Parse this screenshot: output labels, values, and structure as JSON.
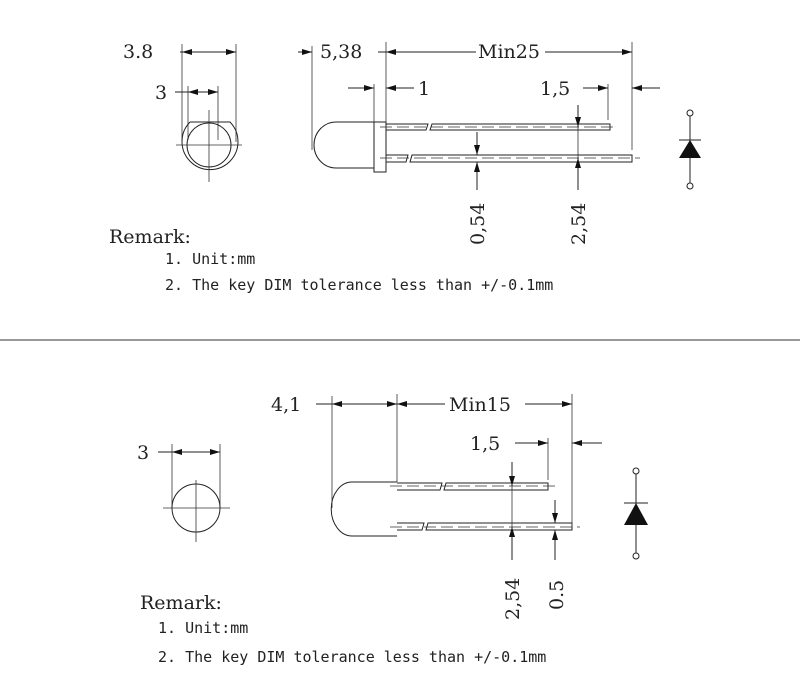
{
  "top": {
    "dims": {
      "d38": "3.8",
      "d3": "3",
      "d538": "5,38",
      "min25": "Min25",
      "d1": "1",
      "d15": "1,5",
      "d054": "0,54",
      "d254": "2,54"
    },
    "remark_title": "Remark:",
    "remarks": [
      "1. Unit:mm",
      "2. The key DIM tolerance less than +/-0.1mm"
    ]
  },
  "bottom": {
    "dims": {
      "d3": "3",
      "d41": "4,1",
      "min15": "Min15",
      "d15": "1,5",
      "d254": "2,54",
      "d05": "0.5"
    },
    "remark_title": "Remark:",
    "remarks": [
      "1. Unit:mm",
      "2. The key DIM tolerance less than +/-0.1mm"
    ]
  },
  "colors": {
    "line": "#222222",
    "background": "#ffffff"
  }
}
